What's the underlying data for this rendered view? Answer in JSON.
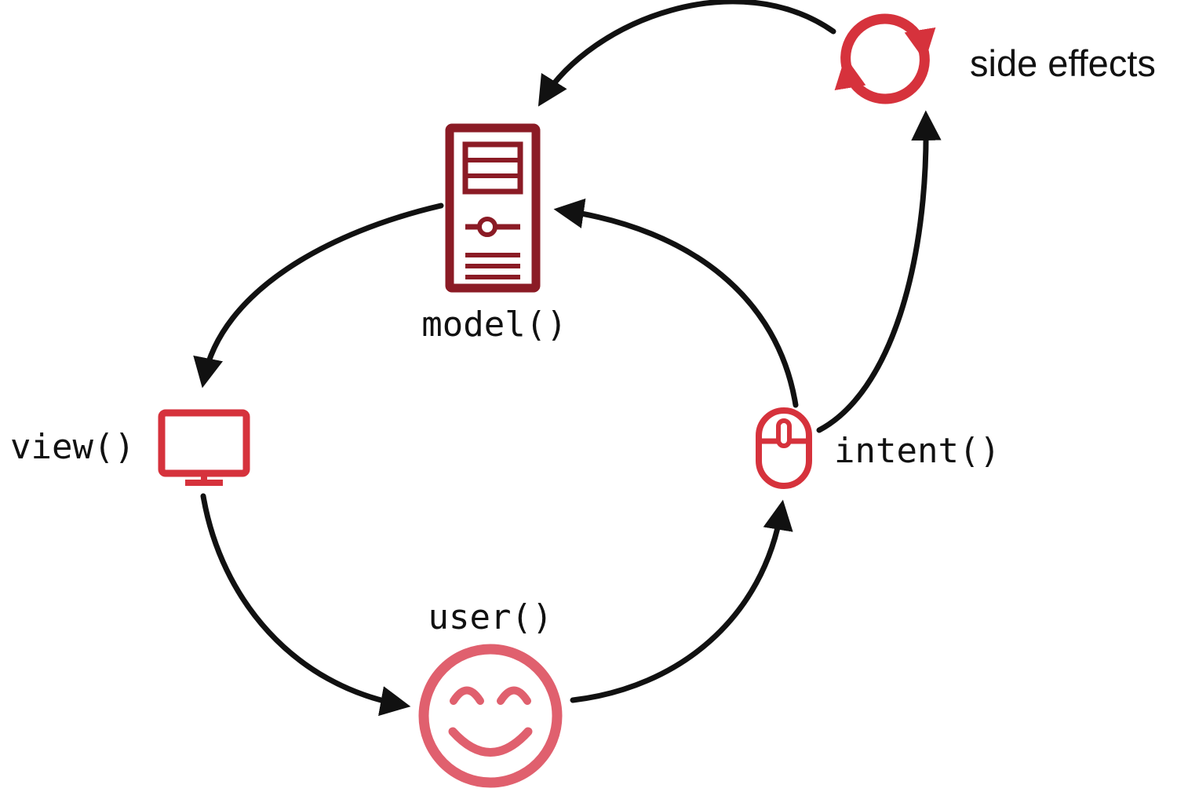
{
  "diagram": {
    "type": "cycle-diagram",
    "background": "#FFFFFF",
    "arrow_color": "#111111",
    "nodes": {
      "model": {
        "label": "model()",
        "icon": "server-icon",
        "color": "#8B1B25"
      },
      "view": {
        "label": "view()",
        "icon": "monitor-icon",
        "color": "#D6323C"
      },
      "user": {
        "label": "user()",
        "icon": "smiley-face-icon",
        "color": "#E0606E"
      },
      "intent": {
        "label": "intent()",
        "icon": "mouse-icon",
        "color": "#D6323C"
      },
      "side_effects": {
        "label": "side effects",
        "icon": "sync-arrows-icon",
        "color": "#D6323C"
      }
    },
    "edges": [
      {
        "from": "side_effects",
        "to": "model"
      },
      {
        "from": "model",
        "to": "view"
      },
      {
        "from": "view",
        "to": "user"
      },
      {
        "from": "user",
        "to": "intent"
      },
      {
        "from": "intent",
        "to": "model"
      },
      {
        "from": "intent",
        "to": "side_effects"
      }
    ]
  }
}
